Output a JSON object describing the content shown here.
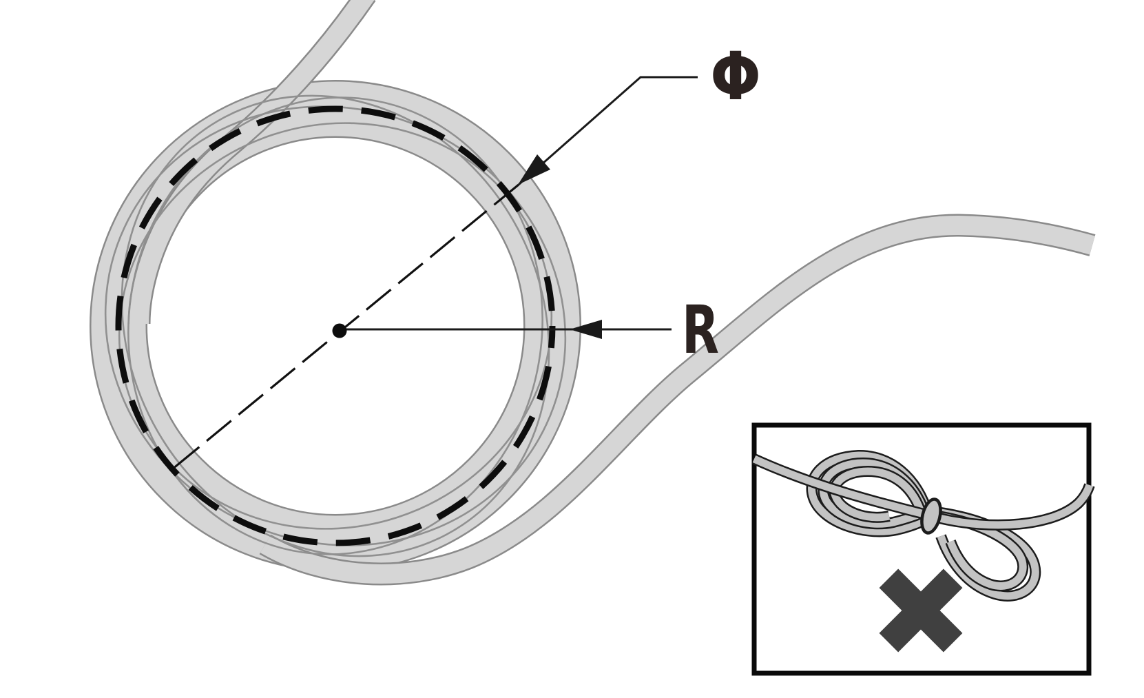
{
  "figure": {
    "title": "cable-coiling-diagram",
    "labels": {
      "diameter": "Φ",
      "radius": "R"
    },
    "inset": {
      "meaning": "knotted-cable-not-allowed"
    }
  },
  "icons": {
    "x_mark": "x-mark-icon",
    "diameter_arrow": "arrowhead-icon",
    "radius_arrow": "arrowhead-icon"
  },
  "colors": {
    "background": "#ffffff",
    "cable_fill": "#d6d6d6",
    "cable_outline": "#8a8a8a",
    "strand_line": "#909090",
    "centerline": "#0d0d0d",
    "dimension_line": "#1a1a1a",
    "label_text": "#2b2220",
    "inset_border": "#0a0a0a",
    "inset_cable_fill": "#c3c3c3",
    "inset_cable_outline": "#1c1c1c",
    "x_mark": "#404040"
  }
}
